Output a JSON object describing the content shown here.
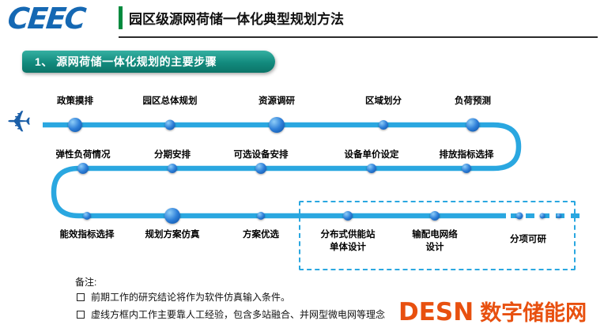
{
  "header": {
    "logo_text": "CEEC",
    "title": "园区级源网荷储一体化典型规划方法"
  },
  "banner": {
    "label": "1、 源网荷储一体化规划的主要步骤"
  },
  "roadmap": {
    "row1": [
      "政策摸排",
      "园区总体规划",
      "资源调研",
      "区域划分",
      "负荷预测"
    ],
    "row2": [
      "弹性负荷情况",
      "分期安排",
      "可选设备安排",
      "设备单价设定",
      "排放指标选择"
    ],
    "row3": [
      "能效指标选择",
      "规划方案仿真",
      "方案优选",
      "分布式供能站\n单体设计",
      "输配电网络\n设计",
      "分项可研"
    ]
  },
  "notes": {
    "title": "备注:",
    "items": [
      "前期工作的研究结论将作为软件仿真输入条件。",
      "虚线方框内工作主要靠人工经验，包含多站融合、并网型微电网等理念"
    ]
  },
  "watermark": {
    "en": "DESN",
    "zh": "数字储能网"
  },
  "colors": {
    "path_blue": "#2aa7e0",
    "banner_teal": "#128a7d",
    "accent_green": "#008a3e",
    "logo_blue": "#1568b3",
    "watermark_orange": "#e8500f"
  }
}
